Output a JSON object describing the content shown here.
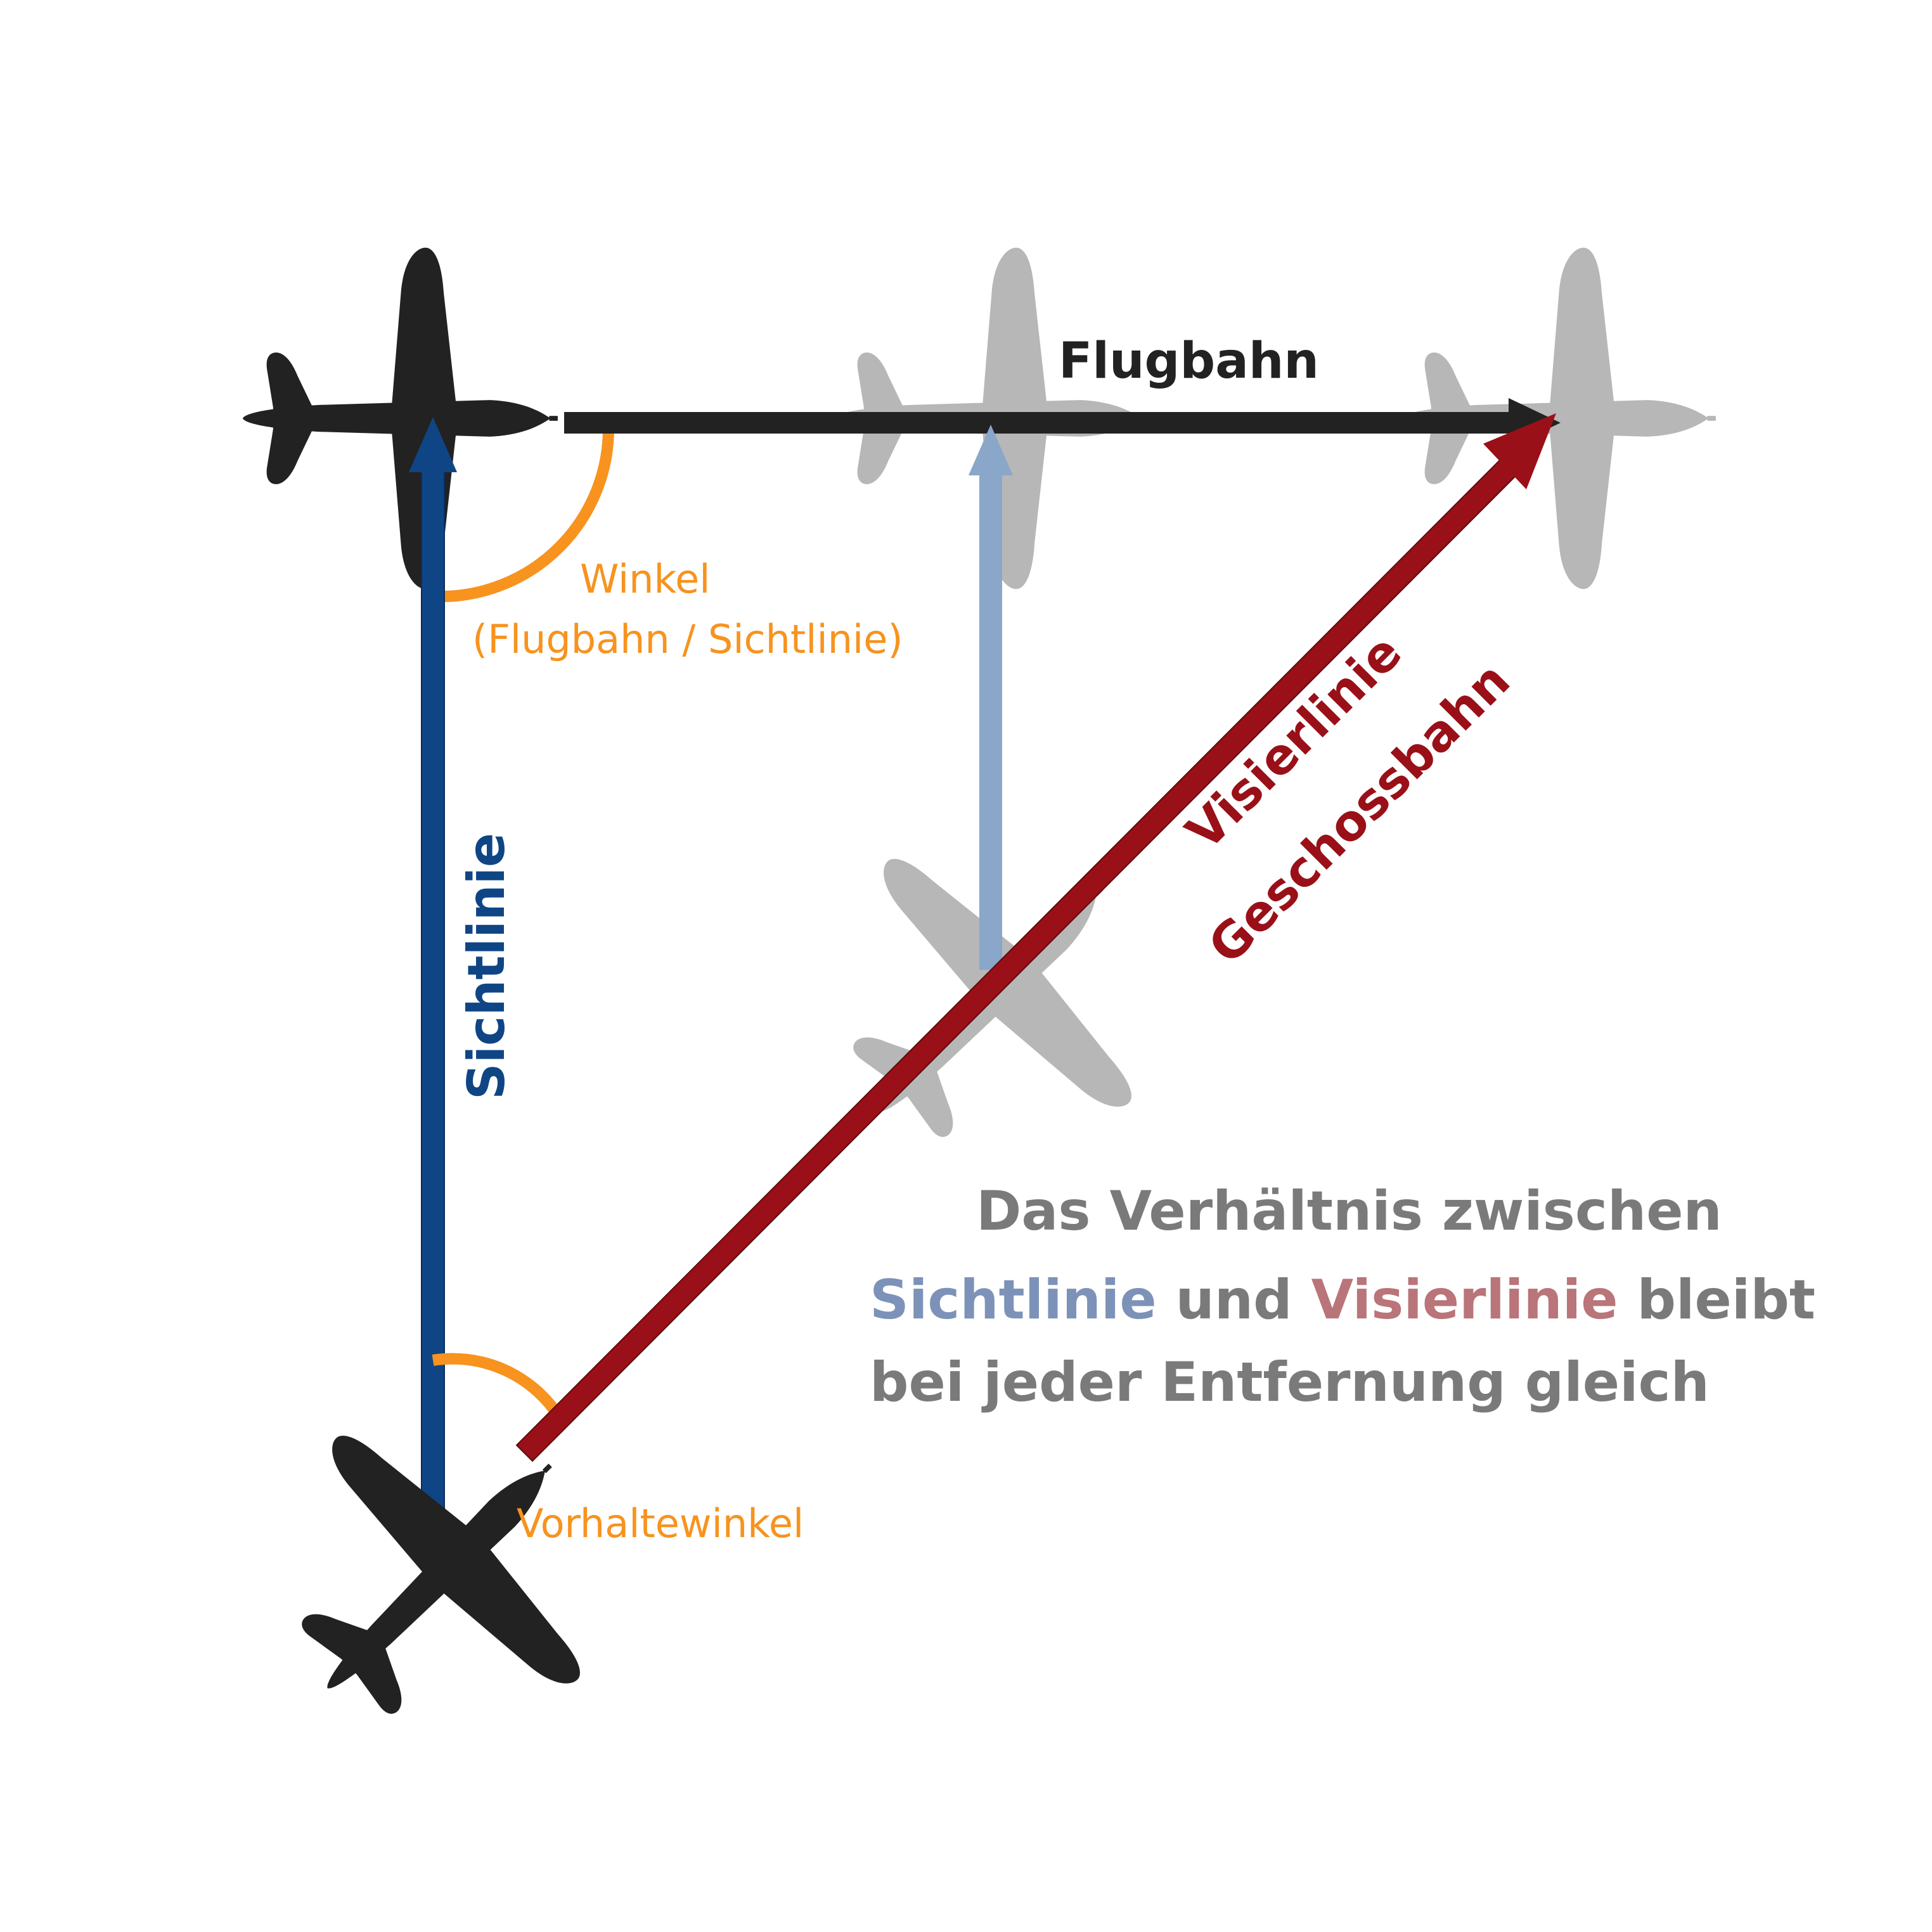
{
  "labels": {
    "flight_path": "Flugbahn",
    "angle_line1": "Winkel",
    "angle_line2": "(Flugbahn / Sichtlinie)",
    "line_of_sight": "Sichtlinie",
    "aim_line1": "Visierlinie",
    "aim_line2": "Geschossbahn",
    "lead_angle": "Vorhaltewinkel"
  },
  "statement": {
    "line1": "Das Verhältnis zwischen",
    "line2_part1": "Sichtlinie",
    "line2_part2": " und ",
    "line2_part3": "Visierlinie",
    "line2_part4": " bleibt",
    "line3": "bei jeder Entfernung gleich"
  },
  "colors": {
    "flight_path": "#222222",
    "line_of_sight": "#0f4585",
    "line_of_sight_faded": "#8aa6c9",
    "aim_line": "#9a1018",
    "angle_arc": "#f7931e",
    "plane_dark": "#222222",
    "plane_ghost": "#8c8c8c",
    "statement_gray": "#7a7a7a",
    "statement_blue": "#7d92b8",
    "statement_red": "#b97579"
  },
  "icons": {
    "target_plane": "airplane-icon",
    "ghost_plane": "airplane-icon",
    "shooter_plane": "airplane-icon"
  }
}
